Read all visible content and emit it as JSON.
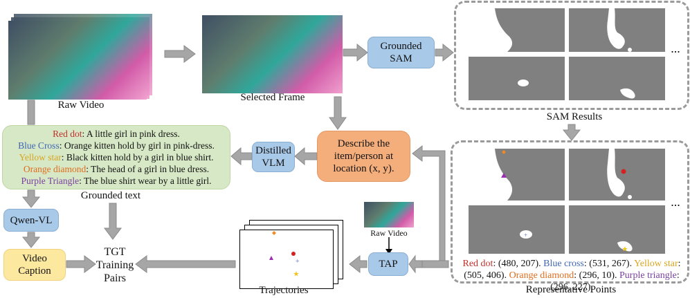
{
  "labels": {
    "raw_video": "Raw Video",
    "selected_frame": "Selected Frame",
    "sam_results": "SAM Results",
    "representative_points": "Representative Points",
    "grounded_text": "Grounded text",
    "trajectories": "Trajectories",
    "raw_video_small": "Raw Video",
    "ellipsis_top": "...",
    "ellipsis_bottom": "..."
  },
  "boxes": {
    "grounded_sam": [
      "Grounded",
      "SAM"
    ],
    "describe": [
      "Describe the",
      "item/person at",
      "location (x, y)."
    ],
    "distilled_vlm": [
      "Distilled",
      "VLM"
    ],
    "qwen_vl": "Qwen-VL",
    "video_caption": [
      "Video",
      "Caption"
    ],
    "tgt_pairs": [
      "TGT",
      "Training",
      "Pairs"
    ],
    "tap": "TAP"
  },
  "grounded_lines": [
    {
      "key": "Red dot",
      "text": ": A little girl in pink dress.",
      "color": "#c0302a"
    },
    {
      "key": "Blue Cross",
      "text": ": Orange kitten hold by girl in pink-dress.",
      "color": "#3e66b5"
    },
    {
      "key": "Yellow star",
      "text": ": Black kitten hold by a girl in blue shirt.",
      "color": "#d9a520"
    },
    {
      "key": "Orange diamond",
      "text": ": The head of a girl in blue dress.",
      "color": "#e06d1e"
    },
    {
      "key": "Purple Triangle",
      "text": ": The blue shirt wear by a little girl.",
      "color": "#7a3fa0"
    }
  ],
  "rep_points_caption": [
    {
      "key": "Red dot",
      "text": ": (480, 207). ",
      "color": "#c0302a"
    },
    {
      "key": "Blue cross",
      "text": ": (531, 267). ",
      "color": "#3e66b5"
    },
    {
      "key": "Yellow star",
      "text": ": (505, 406). ",
      "color": "#d9a520"
    },
    {
      "key": "Orange diamond",
      "text": ": (296, 10). ",
      "color": "#e06d1e"
    },
    {
      "key": "Purple triangle",
      "text": ": (296, 227).",
      "color": "#7a3fa0"
    }
  ],
  "colors": {
    "arrow": "#9e9e9e",
    "mask_bg": "#808080",
    "red": "#d42020",
    "blue": "#5b6fd6",
    "yellow": "#f0c419",
    "orange": "#f08a24",
    "purple": "#9b2fb0"
  }
}
